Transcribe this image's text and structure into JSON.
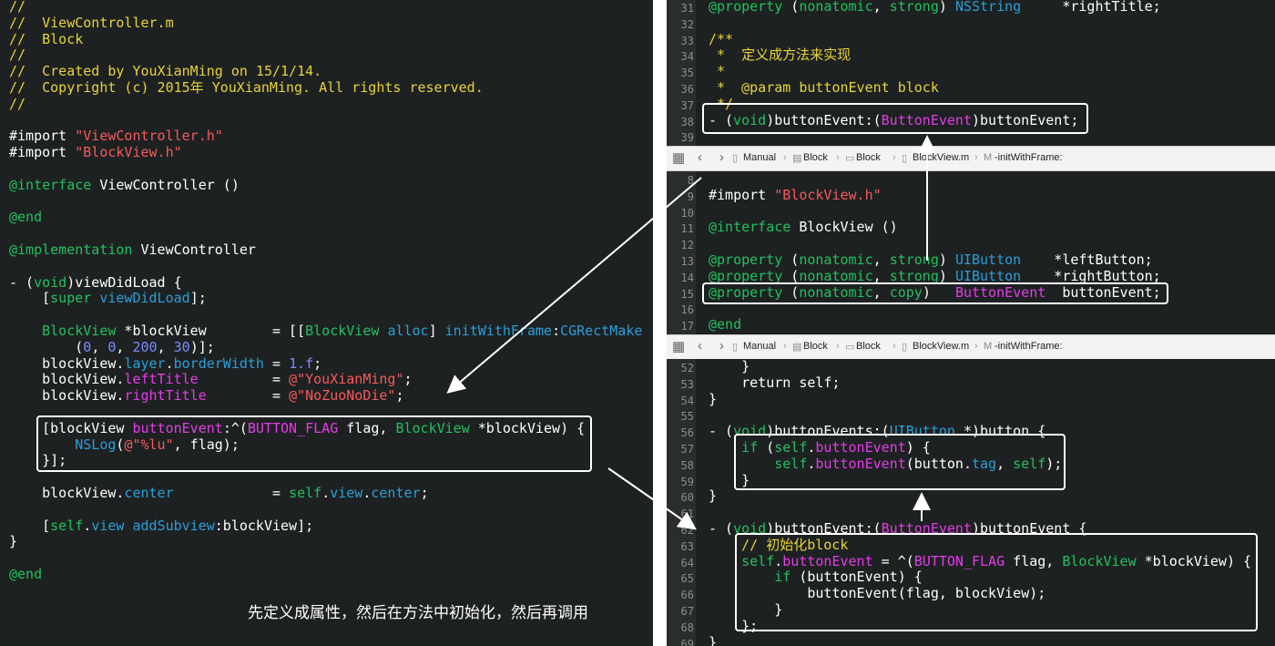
{
  "left_code": [
    [
      {
        "t": "//",
        "c": "cm"
      }
    ],
    [
      {
        "t": "//  ViewController.m",
        "c": "cm"
      }
    ],
    [
      {
        "t": "//  Block",
        "c": "cm"
      }
    ],
    [
      {
        "t": "//",
        "c": "cm"
      }
    ],
    [
      {
        "t": "//  Created by YouXianMing on 15/1/14.",
        "c": "cm"
      }
    ],
    [
      {
        "t": "//  Copyright (c) 2015年 YouXianMing. All rights reserved.",
        "c": "cm"
      }
    ],
    [
      {
        "t": "//",
        "c": "cm"
      }
    ],
    [
      {
        "t": "",
        "c": "white"
      }
    ],
    [
      {
        "t": "#import ",
        "c": "white"
      },
      {
        "t": "\"ViewController.h\"",
        "c": "str"
      }
    ],
    [
      {
        "t": "#import ",
        "c": "white"
      },
      {
        "t": "\"BlockView.h\"",
        "c": "str"
      }
    ],
    [
      {
        "t": "",
        "c": "white"
      }
    ],
    [
      {
        "t": "@interface",
        "c": "kw"
      },
      {
        "t": " ViewController ()",
        "c": "white"
      }
    ],
    [
      {
        "t": "",
        "c": "white"
      }
    ],
    [
      {
        "t": "@end",
        "c": "kw"
      }
    ],
    [
      {
        "t": "",
        "c": "white"
      }
    ],
    [
      {
        "t": "@implementation",
        "c": "kw"
      },
      {
        "t": " ViewController",
        "c": "white"
      }
    ],
    [
      {
        "t": "",
        "c": "white"
      }
    ],
    [
      {
        "t": "- (",
        "c": "white"
      },
      {
        "t": "void",
        "c": "kw"
      },
      {
        "t": ")viewDidLoad {",
        "c": "white"
      }
    ],
    [
      {
        "t": "    [",
        "c": "white"
      },
      {
        "t": "super",
        "c": "kw"
      },
      {
        "t": " ",
        "c": "white"
      },
      {
        "t": "viewDidLoad",
        "c": "blue"
      },
      {
        "t": "];",
        "c": "white"
      }
    ],
    [
      {
        "t": "",
        "c": "white"
      }
    ],
    [
      {
        "t": "    ",
        "c": "white"
      },
      {
        "t": "BlockView",
        "c": "cls"
      },
      {
        "t": " *blockView        = [[",
        "c": "white"
      },
      {
        "t": "BlockView",
        "c": "cls"
      },
      {
        "t": " ",
        "c": "white"
      },
      {
        "t": "alloc",
        "c": "blue"
      },
      {
        "t": "] ",
        "c": "white"
      },
      {
        "t": "initWithFrame",
        "c": "blue"
      },
      {
        "t": ":",
        "c": "white"
      },
      {
        "t": "CGRectMake",
        "c": "blue"
      }
    ],
    [
      {
        "t": "        (",
        "c": "white"
      },
      {
        "t": "0",
        "c": "num"
      },
      {
        "t": ", ",
        "c": "white"
      },
      {
        "t": "0",
        "c": "num"
      },
      {
        "t": ", ",
        "c": "white"
      },
      {
        "t": "200",
        "c": "num"
      },
      {
        "t": ", ",
        "c": "white"
      },
      {
        "t": "30",
        "c": "num"
      },
      {
        "t": ")];",
        "c": "white"
      }
    ],
    [
      {
        "t": "    blockView.",
        "c": "white"
      },
      {
        "t": "layer",
        "c": "blue"
      },
      {
        "t": ".",
        "c": "white"
      },
      {
        "t": "borderWidth",
        "c": "blue"
      },
      {
        "t": " = ",
        "c": "white"
      },
      {
        "t": "1.f",
        "c": "num"
      },
      {
        "t": ";",
        "c": "white"
      }
    ],
    [
      {
        "t": "    blockView.",
        "c": "white"
      },
      {
        "t": "leftTitle",
        "c": "pink"
      },
      {
        "t": "         = ",
        "c": "white"
      },
      {
        "t": "@\"YouXianMing\"",
        "c": "str"
      },
      {
        "t": ";",
        "c": "white"
      }
    ],
    [
      {
        "t": "    blockView.",
        "c": "white"
      },
      {
        "t": "rightTitle",
        "c": "pink"
      },
      {
        "t": "        = ",
        "c": "white"
      },
      {
        "t": "@\"NoZuoNoDie\"",
        "c": "str"
      },
      {
        "t": ";",
        "c": "white"
      }
    ],
    [
      {
        "t": "",
        "c": "white"
      }
    ],
    [
      {
        "t": "    [blockView ",
        "c": "white"
      },
      {
        "t": "buttonEvent",
        "c": "pink"
      },
      {
        "t": ":^(",
        "c": "white"
      },
      {
        "t": "BUTTON_FLAG",
        "c": "pink"
      },
      {
        "t": " flag, ",
        "c": "white"
      },
      {
        "t": "BlockView",
        "c": "cls"
      },
      {
        "t": " *blockView) {",
        "c": "white"
      }
    ],
    [
      {
        "t": "        ",
        "c": "white"
      },
      {
        "t": "NSLog",
        "c": "blue"
      },
      {
        "t": "(",
        "c": "white"
      },
      {
        "t": "@\"%lu\"",
        "c": "str"
      },
      {
        "t": ", flag);",
        "c": "white"
      }
    ],
    [
      {
        "t": "    }];",
        "c": "white"
      }
    ],
    [
      {
        "t": "",
        "c": "white"
      }
    ],
    [
      {
        "t": "    blockView.",
        "c": "white"
      },
      {
        "t": "center",
        "c": "blue"
      },
      {
        "t": "            = ",
        "c": "white"
      },
      {
        "t": "self",
        "c": "kw"
      },
      {
        "t": ".",
        "c": "white"
      },
      {
        "t": "view",
        "c": "blue"
      },
      {
        "t": ".",
        "c": "white"
      },
      {
        "t": "center",
        "c": "blue"
      },
      {
        "t": ";",
        "c": "white"
      }
    ],
    [
      {
        "t": "",
        "c": "white"
      }
    ],
    [
      {
        "t": "    [",
        "c": "white"
      },
      {
        "t": "self",
        "c": "kw"
      },
      {
        "t": ".",
        "c": "white"
      },
      {
        "t": "view",
        "c": "blue"
      },
      {
        "t": " ",
        "c": "white"
      },
      {
        "t": "addSubview",
        "c": "blue"
      },
      {
        "t": ":blockView];",
        "c": "white"
      }
    ],
    [
      {
        "t": "}",
        "c": "white"
      }
    ],
    [
      {
        "t": "",
        "c": "white"
      }
    ],
    [
      {
        "t": "@end",
        "c": "kw"
      }
    ]
  ],
  "caption": "先定义成属性，然后在方法中初始化，然后再调用",
  "panel1": {
    "numbers": [
      "31",
      "32",
      "33",
      "34",
      "35",
      "36",
      "37",
      "38",
      "39"
    ],
    "lines": [
      [
        {
          "t": "@property",
          "c": "kw"
        },
        {
          "t": " (",
          "c": "white"
        },
        {
          "t": "nonatomic",
          "c": "kw"
        },
        {
          "t": ", ",
          "c": "white"
        },
        {
          "t": "strong",
          "c": "kw"
        },
        {
          "t": ") ",
          "c": "white"
        },
        {
          "t": "NSString",
          "c": "blue"
        },
        {
          "t": "     *rightTitle;",
          "c": "white"
        }
      ],
      [
        {
          "t": "",
          "c": "white"
        }
      ],
      [
        {
          "t": "/**",
          "c": "cm"
        }
      ],
      [
        {
          "t": " *  定义成方法来实现",
          "c": "cm"
        }
      ],
      [
        {
          "t": " *",
          "c": "cm"
        }
      ],
      [
        {
          "t": " *  @param buttonEvent block",
          "c": "cm"
        }
      ],
      [
        {
          "t": " */",
          "c": "cm"
        }
      ],
      [
        {
          "t": "- (",
          "c": "white"
        },
        {
          "t": "void",
          "c": "kw"
        },
        {
          "t": ")buttonEvent:(",
          "c": "white"
        },
        {
          "t": "ButtonEvent",
          "c": "pink"
        },
        {
          "t": ")buttonEvent;",
          "c": "white"
        }
      ],
      [
        {
          "t": "",
          "c": "white"
        }
      ]
    ]
  },
  "jumpbar1": {
    "items": [
      "Manual",
      "Block",
      "Block",
      "BlockView.m",
      "-initWithFrame:"
    ]
  },
  "panel2": {
    "numbers": [
      "8",
      "9",
      "10",
      "11",
      "12",
      "13",
      "14",
      "15",
      "16",
      "17"
    ],
    "lines": [
      [
        {
          "t": "",
          "c": "white"
        }
      ],
      [
        {
          "t": "#import ",
          "c": "white"
        },
        {
          "t": "\"BlockView.h\"",
          "c": "str"
        }
      ],
      [
        {
          "t": "",
          "c": "white"
        }
      ],
      [
        {
          "t": "@interface",
          "c": "kw"
        },
        {
          "t": " BlockView ()",
          "c": "white"
        }
      ],
      [
        {
          "t": "",
          "c": "white"
        }
      ],
      [
        {
          "t": "@property",
          "c": "kw"
        },
        {
          "t": " (",
          "c": "white"
        },
        {
          "t": "nonatomic",
          "c": "kw"
        },
        {
          "t": ", ",
          "c": "white"
        },
        {
          "t": "strong",
          "c": "kw"
        },
        {
          "t": ") ",
          "c": "white"
        },
        {
          "t": "UIButton",
          "c": "blue"
        },
        {
          "t": "    *leftButton;",
          "c": "white"
        }
      ],
      [
        {
          "t": "@property",
          "c": "kw"
        },
        {
          "t": " (",
          "c": "white"
        },
        {
          "t": "nonatomic",
          "c": "kw"
        },
        {
          "t": ", ",
          "c": "white"
        },
        {
          "t": "strong",
          "c": "kw"
        },
        {
          "t": ") ",
          "c": "white"
        },
        {
          "t": "UIButton",
          "c": "blue"
        },
        {
          "t": "    *rightButton;",
          "c": "white"
        }
      ],
      [
        {
          "t": "@property",
          "c": "kw"
        },
        {
          "t": " (",
          "c": "white"
        },
        {
          "t": "nonatomic",
          "c": "kw"
        },
        {
          "t": ", ",
          "c": "white"
        },
        {
          "t": "copy",
          "c": "kw"
        },
        {
          "t": ")   ",
          "c": "white"
        },
        {
          "t": "ButtonEvent",
          "c": "pink"
        },
        {
          "t": "  buttonEvent;",
          "c": "white"
        }
      ],
      [
        {
          "t": "",
          "c": "white"
        }
      ],
      [
        {
          "t": "@end",
          "c": "kw"
        }
      ]
    ]
  },
  "jumpbar2": {
    "items": [
      "Manual",
      "Block",
      "Block",
      "BlockView.m",
      "-initWithFrame:"
    ]
  },
  "panel3": {
    "numbers": [
      "52",
      "53",
      "54",
      "55",
      "56",
      "57",
      "58",
      "59",
      "60",
      "61",
      "62",
      "63",
      "64",
      "65",
      "66",
      "67",
      "68",
      "69"
    ],
    "lines": [
      [
        {
          "t": "    }",
          "c": "white"
        }
      ],
      [
        {
          "t": "    return ",
          "c": "white"
        },
        {
          "t": "self",
          "c": "white"
        },
        {
          "t": ";",
          "c": "white"
        }
      ],
      [
        {
          "t": "}",
          "c": "white"
        }
      ],
      [
        {
          "t": "",
          "c": "white"
        }
      ],
      [
        {
          "t": "- (",
          "c": "white"
        },
        {
          "t": "void",
          "c": "kw"
        },
        {
          "t": ")buttonEvents:(",
          "c": "white"
        },
        {
          "t": "UIButton",
          "c": "blue"
        },
        {
          "t": " *)button {",
          "c": "white"
        }
      ],
      [
        {
          "t": "    ",
          "c": "white"
        },
        {
          "t": "if",
          "c": "kw"
        },
        {
          "t": " (",
          "c": "white"
        },
        {
          "t": "self",
          "c": "kw"
        },
        {
          "t": ".",
          "c": "white"
        },
        {
          "t": "buttonEvent",
          "c": "pink"
        },
        {
          "t": ") {",
          "c": "white"
        }
      ],
      [
        {
          "t": "        ",
          "c": "white"
        },
        {
          "t": "self",
          "c": "kw"
        },
        {
          "t": ".",
          "c": "white"
        },
        {
          "t": "buttonEvent",
          "c": "pink"
        },
        {
          "t": "(button.",
          "c": "white"
        },
        {
          "t": "tag",
          "c": "blue"
        },
        {
          "t": ", ",
          "c": "white"
        },
        {
          "t": "self",
          "c": "kw"
        },
        {
          "t": ");",
          "c": "white"
        }
      ],
      [
        {
          "t": "    }",
          "c": "white"
        }
      ],
      [
        {
          "t": "}",
          "c": "white"
        }
      ],
      [
        {
          "t": "",
          "c": "white"
        }
      ],
      [
        {
          "t": "- (",
          "c": "white"
        },
        {
          "t": "void",
          "c": "kw"
        },
        {
          "t": ")buttonEvent:(",
          "c": "white"
        },
        {
          "t": "ButtonEvent",
          "c": "pink"
        },
        {
          "t": ")buttonEvent {",
          "c": "white"
        }
      ],
      [
        {
          "t": "    // 初始化block",
          "c": "cm"
        }
      ],
      [
        {
          "t": "    ",
          "c": "white"
        },
        {
          "t": "self",
          "c": "kw"
        },
        {
          "t": ".",
          "c": "white"
        },
        {
          "t": "buttonEvent",
          "c": "pink"
        },
        {
          "t": " = ^(",
          "c": "white"
        },
        {
          "t": "BUTTON_FLAG",
          "c": "pink"
        },
        {
          "t": " flag, ",
          "c": "white"
        },
        {
          "t": "BlockView",
          "c": "cls"
        },
        {
          "t": " *blockView) {",
          "c": "white"
        }
      ],
      [
        {
          "t": "        ",
          "c": "white"
        },
        {
          "t": "if",
          "c": "kw"
        },
        {
          "t": " (buttonEvent) {",
          "c": "white"
        }
      ],
      [
        {
          "t": "            buttonEvent(flag, blockView);",
          "c": "white"
        }
      ],
      [
        {
          "t": "        }",
          "c": "white"
        }
      ],
      [
        {
          "t": "    };",
          "c": "white"
        }
      ],
      [
        {
          "t": "}",
          "c": "white"
        }
      ]
    ]
  },
  "colors": {
    "background": "#1e2122",
    "comment": "#e8d339",
    "keyword": "#22c15e",
    "string": "#f55b5b",
    "number": "#7d8cff",
    "method": "#2a9fd8",
    "property": "#e43ce8"
  }
}
